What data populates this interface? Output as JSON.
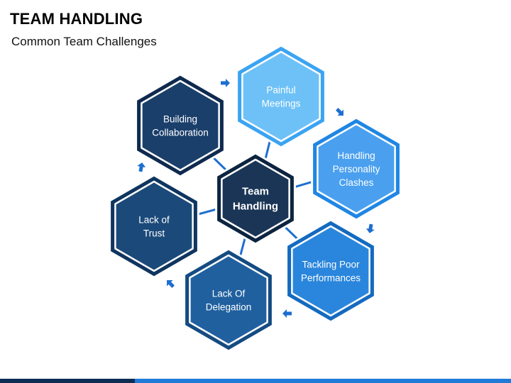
{
  "header": {
    "title": "TEAM HANDLING",
    "subtitle": "Common Team Challenges"
  },
  "diagram": {
    "center": {
      "lines": [
        "Team",
        "Handling"
      ]
    },
    "nodes": [
      {
        "id": "building-collaboration",
        "lines": [
          "Building",
          "Collaboration"
        ],
        "fill": "#1b3f6b",
        "stroke": "#0f2a4f"
      },
      {
        "id": "painful-meetings",
        "lines": [
          "Painful",
          "Meetings"
        ],
        "fill": "#6ec1f7",
        "stroke": "#3ba4f2"
      },
      {
        "id": "handling-personality-clashes",
        "lines": [
          "Handling",
          "Personality",
          "Clashes"
        ],
        "fill": "#4aa0ef",
        "stroke": "#1f86e4"
      },
      {
        "id": "tackling-poor-performances",
        "lines": [
          "Tackling Poor",
          "Performances"
        ],
        "fill": "#2a86dc",
        "stroke": "#146ac0"
      },
      {
        "id": "lack-of-delegation",
        "lines": [
          "Lack Of",
          "Delegation"
        ],
        "fill": "#20609f",
        "stroke": "#144b82"
      },
      {
        "id": "lack-of-trust",
        "lines": [
          "Lack of",
          "Trust"
        ],
        "fill": "#1b4a7a",
        "stroke": "#0f3560"
      }
    ],
    "center_fill": "#1a3556",
    "center_stroke": "#0c2440",
    "connector_color": "#1d6fd0",
    "arrow_color": "#1d6fd0"
  },
  "footer": {
    "bar_colors": [
      "#0d2d54",
      "#1f7ad8"
    ]
  }
}
